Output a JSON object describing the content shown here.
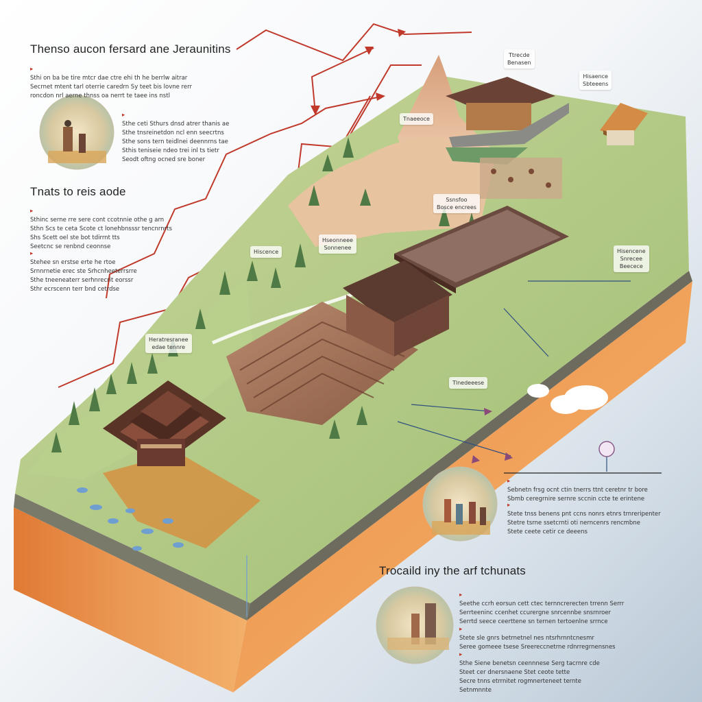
{
  "headings": {
    "main_title": "Thenso aucon fersard ane Jeraunitins",
    "section_two": "Tnats to reis aode",
    "section_three": "Trocaild iny the arf tchunats"
  },
  "paragraphs": {
    "intro": [
      "Sthi on ba be tire mtcr dae ctre ehi th he berrlw aitrar",
      "Secrnet mtent tarl oterrie caredrn Sy teet bis lovne rerr",
      "roncdon nrl aerne thnss oa nerrt te taee ins nstl"
    ],
    "circle_one_caption": [
      "Sthe ceti Sthurs dnsd atrer thanis ae",
      "Sthe tnsreinetdon ncl enn seecrtns",
      "Sthe sons tern teidlnei deennrns tae",
      "Sthis teniseie ndeo trei inl ts tietr",
      "Seodt oftng ocned sre boner"
    ],
    "section_two_a": [
      "Sthinc serne rre sere cont ccotnnie othe g arn",
      "Sthn Scs te ceta Scote ct lonehbnsssr tencnrnrts",
      "Shs Scett oel ste bot tdirrnt tts",
      "Seetcnc se renbnd ceonnse"
    ],
    "section_two_b": [
      "Stehee sn erstse erte he rtoe",
      "Srnnrnetie erec ste Srhcnheeterrsrre",
      "Sthe tneeneaterr serhnrecrit eorssr",
      "Sthr ecrscenn terr bnd cetrdse"
    ],
    "right_mid": [
      "Sebnetn frsg ocnt ctin tnerrs ttnt ceretnr tr bore",
      "Sbmb ceregrnire sernre sccnin ccte te erintene"
    ],
    "right_mid_b": [
      "Stete tnss benens pnt ccns nonrs etnrs trnreripenter",
      "Stetre tsrne ssetcrnti oti nerncenrs rencmbne",
      "Stete ceete cetir ce deeens"
    ],
    "bottom_a": [
      "Seethe ccrh eorsun cett ctec ternncrerecten trrenn Serrr",
      "Serrteeninc ccenhet ccurergne snrcennbe snsrnroer",
      "Serrtd seece ceerttene sn ternen tertoenlne srrnce"
    ],
    "bottom_b": [
      "Stete sle gnrs betrnetnel nes ntsrhrnntcnesmr",
      "Seree gomeee tsese Sreereccnetrne rdnrregrnensnes"
    ],
    "bottom_c": [
      "Sthe Siene benetsn ceennnese Serg tacrnre cde",
      "Steet cer dnersnaene Stet ceote tette",
      "Secre tnns etrrnitet rogmnerteneet ternte",
      "Setnmnnte"
    ]
  },
  "tags": {
    "peak_top": [
      "Ttrecde",
      "Benasen"
    ],
    "peak_right": [
      "Hisaence",
      "Sbteeens"
    ],
    "hall_label": [
      "Tnaeeoce"
    ],
    "terrace_label": [
      "Ssnsfoo",
      "Bosce encrees"
    ],
    "left_mid": [
      "Hseonneee",
      "Sonnenee"
    ],
    "left_small": [
      "Hiscence"
    ],
    "left_lower": [
      "Heratresranee",
      "edae tennre"
    ],
    "right_slab": [
      "Hisencene",
      "Snrecee",
      "Beecece"
    ],
    "right_lower": [
      "Tlnedeeese"
    ]
  },
  "colors": {
    "arrow_red": "#c0392b",
    "soil_orange": "#e48a3c",
    "grass_green": "#a9c27a",
    "roof_brown": "#6b3a2e",
    "pointer_line": "#2f4f7f"
  }
}
